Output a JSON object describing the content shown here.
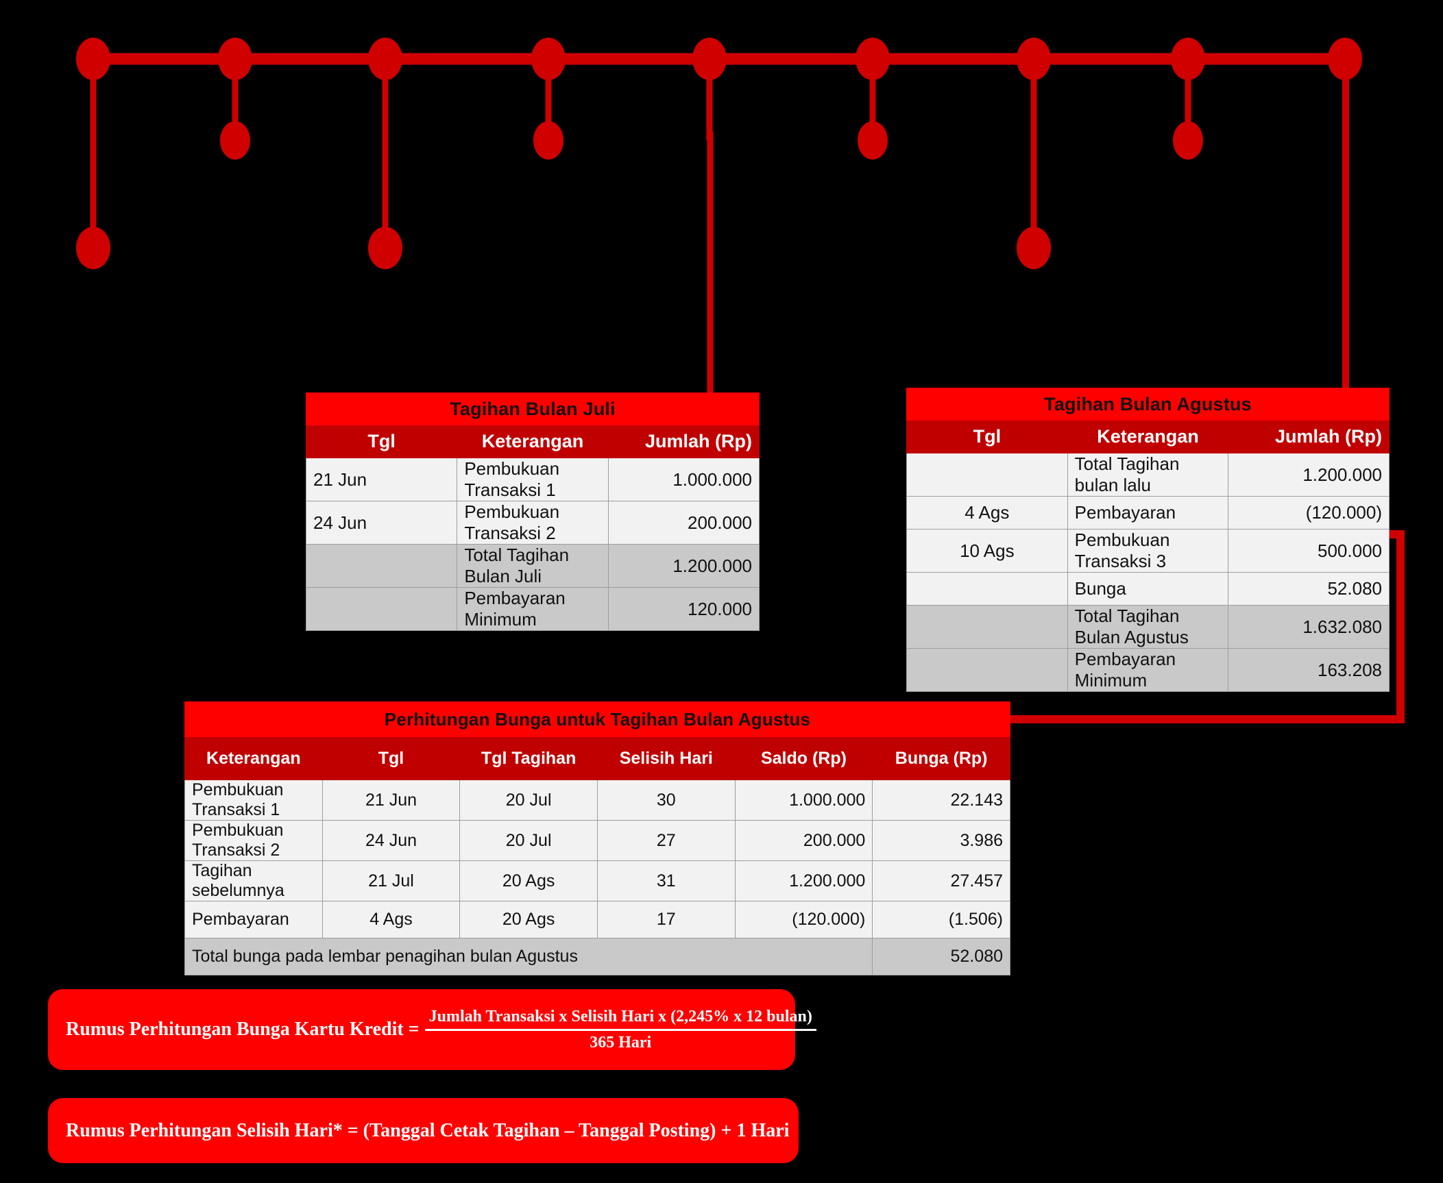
{
  "timeline": {
    "line_color": "#d00000",
    "dot_color": "#d00000",
    "nodes": 9
  },
  "tables": {
    "juli": {
      "title": "Tagihan Bulan Juli",
      "columns": [
        "Tgl",
        "Keterangan",
        "Jumlah (Rp)"
      ],
      "rows": [
        {
          "tgl": "21 Jun",
          "ket": "Pembukuan Transaksi 1",
          "jml": "1.000.000",
          "shaded": false
        },
        {
          "tgl": "24 Jun",
          "ket": "Pembukuan Transaksi 2",
          "jml": "200.000",
          "shaded": false
        },
        {
          "tgl": "",
          "ket": "Total Tagihan Bulan Juli",
          "jml": "1.200.000",
          "shaded": true
        },
        {
          "tgl": "",
          "ket": "Pembayaran Minimum",
          "jml": "120.000",
          "shaded": true
        }
      ]
    },
    "agustus": {
      "title": "Tagihan Bulan Agustus",
      "columns": [
        "Tgl",
        "Keterangan",
        "Jumlah (Rp)"
      ],
      "rows": [
        {
          "tgl": "",
          "ket": "Total Tagihan bulan lalu",
          "jml": "1.200.000",
          "shaded": false
        },
        {
          "tgl": "4 Ags",
          "ket": "Pembayaran",
          "jml": "(120.000)",
          "shaded": false
        },
        {
          "tgl": "10 Ags",
          "ket": "Pembukuan Transaksi 3",
          "jml": "500.000",
          "shaded": false
        },
        {
          "tgl": "",
          "ket": "Bunga",
          "jml": "52.080",
          "shaded": false
        },
        {
          "tgl": "",
          "ket": "Total Tagihan Bulan Agustus",
          "jml": "1.632.080",
          "shaded": true
        },
        {
          "tgl": "",
          "ket": "Pembayaran Minimum",
          "jml": "163.208",
          "shaded": true
        }
      ]
    },
    "bunga": {
      "title": "Perhitungan Bunga untuk Tagihan Bulan Agustus",
      "columns": [
        "Keterangan",
        "Tgl",
        "Tgl Tagihan",
        "Selisih Hari",
        "Saldo (Rp)",
        "Bunga (Rp)"
      ],
      "rows": [
        {
          "ket": "Pembukuan Transaksi 1",
          "tgl": "21 Jun",
          "tgl_tagihan": "20 Jul",
          "selisih": "30",
          "saldo": "1.000.000",
          "bunga": "22.143"
        },
        {
          "ket": "Pembukuan Transaksi 2",
          "tgl": "24 Jun",
          "tgl_tagihan": "20 Jul",
          "selisih": "27",
          "saldo": "200.000",
          "bunga": "3.986"
        },
        {
          "ket": "Tagihan sebelumnya",
          "tgl": "21 Jul",
          "tgl_tagihan": "20 Ags",
          "selisih": "31",
          "saldo": "1.200.000",
          "bunga": "27.457"
        },
        {
          "ket": "Pembayaran",
          "tgl": "4 Ags",
          "tgl_tagihan": "20 Ags",
          "selisih": "17",
          "saldo": "(120.000)",
          "bunga": "(1.506)"
        }
      ],
      "total_label": "Total bunga pada lembar penagihan bulan Agustus",
      "total_value": "52.080"
    }
  },
  "formulas": {
    "bunga": {
      "label": "Rumus Perhitungan Bunga Kartu Kredit =",
      "numerator": "Jumlah Transaksi x Selisih Hari x (2,245% x 12 bulan)",
      "denominator": "365 Hari"
    },
    "selisih_hari": {
      "label": "Rumus Perhitungan Selisih Hari* = (Tanggal Cetak Tagihan – Tanggal Posting) + 1 Hari"
    }
  },
  "colors": {
    "accent_bright": "#fe0000",
    "accent_dark": "#c00000",
    "timeline": "#d00000",
    "shade": "#c9c9c9",
    "light": "#f2f2f2"
  }
}
